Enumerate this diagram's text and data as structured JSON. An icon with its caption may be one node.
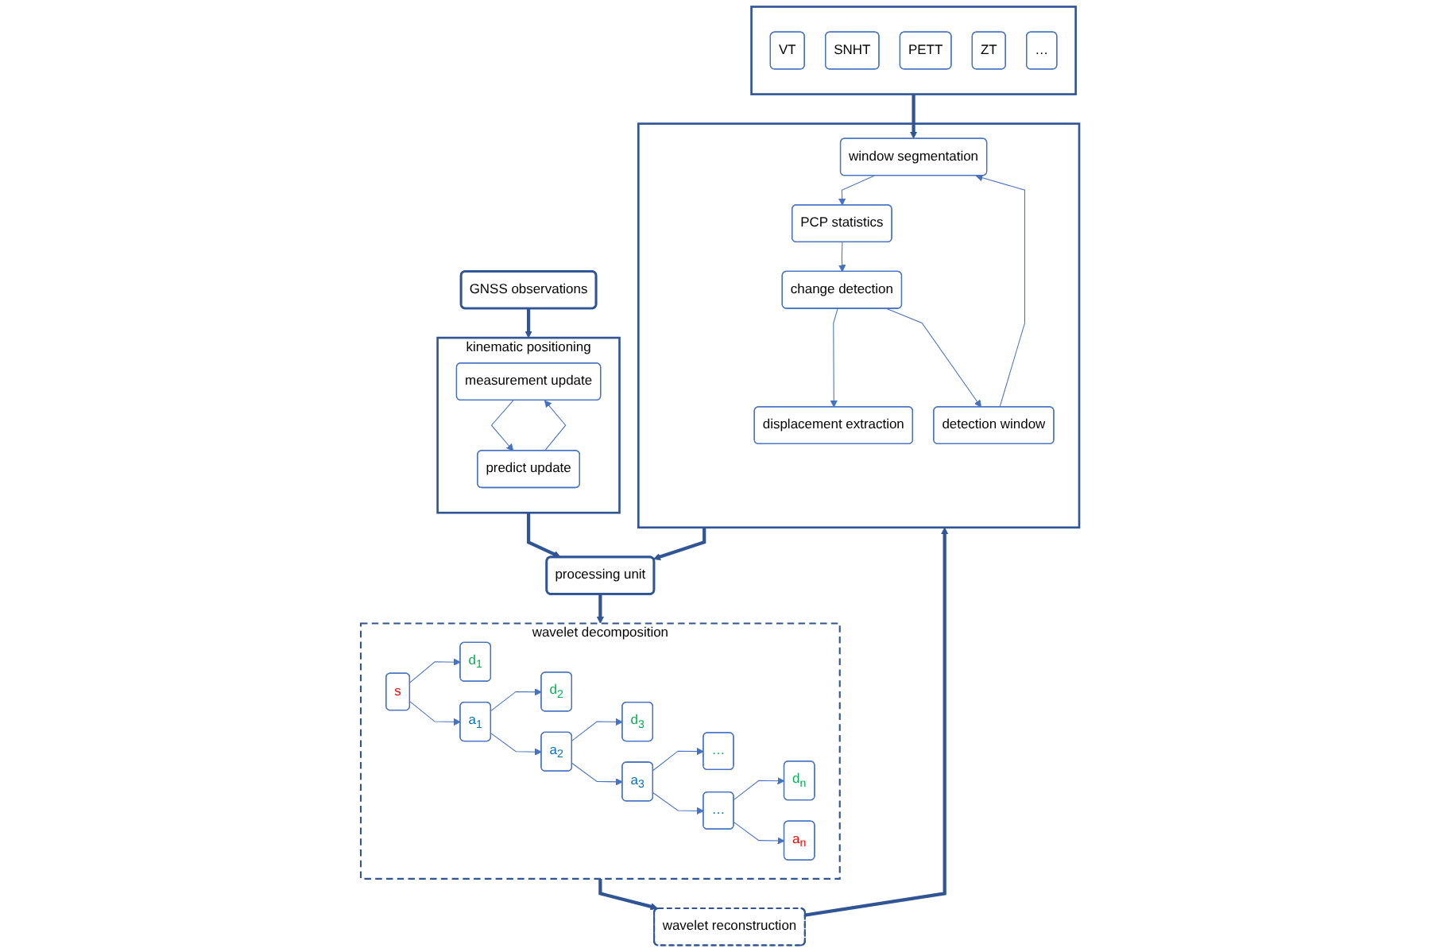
{
  "diagram": {
    "nodes": [
      {
        "text": [
          "GNSS observations"
        ]
      },
      {
        "text": [
          "kinematic positioning"
        ]
      },
      {
        "text": [
          "measurement update"
        ],
        "in": 1
      },
      {
        "text": [
          "predict update"
        ],
        "in": 1
      },
      {
        "text": [
          "processing unit"
        ]
      },
      {
        "text": [
          "wavelet decomposition"
        ]
      },
      {
        "text": [
          "s"
        ],
        "in": 5
      },
      {
        "text": [
          "d$_{1}$"
        ],
        "in": 5
      },
      {
        "text": [
          "d$_{2}$"
        ],
        "in": 5
      },
      {
        "text": [
          "d$_{3}$"
        ],
        "in": 5
      },
      {
        "text": [
          "…"
        ],
        "in": 5
      },
      {
        "text": [
          "d$_{n}$"
        ],
        "in": 5
      },
      {
        "text": [
          "a$_{1}$"
        ],
        "in": 5
      },
      {
        "text": [
          "a$_{2}$"
        ],
        "in": 5
      },
      {
        "text": [
          "a$_{3}$"
        ],
        "in": 5
      },
      {
        "text": [
          "…"
        ],
        "in": 5
      },
      {
        "text": [
          "a$_{n}$"
        ],
        "in": 5
      },
      {
        "text": [],
        "shape": "box"
      },
      {
        "text": [
          "displacement extraction"
        ],
        "in": 17
      },
      {
        "text": [
          "change detection"
        ],
        "in": 17
      },
      {
        "text": [
          "PCP  statistics"
        ],
        "in": 17
      },
      {
        "text": [
          "window segmentation"
        ],
        "in": 17
      },
      {
        "text": [
          "detection window"
        ],
        "in": 17
      },
      {
        "text": [],
        "shape": "box"
      },
      {
        "text": [
          "VT"
        ],
        "in": 23
      },
      {
        "text": [
          "SNHT"
        ],
        "in": 23
      },
      {
        "text": [
          "PETT"
        ],
        "in": 23
      },
      {
        "text": [
          "ZT"
        ],
        "in": 23
      },
      {
        "text": [
          "…"
        ],
        "in": 23
      },
      {
        "text": [
          "wavelet reconstruction"
        ]
      }
    ],
    "edges": [
      {
        "from": 0,
        "to": 1,
        "arrow": "to",
        "style": "thick"
      },
      {
        "from": 2,
        "to": 3,
        "arrow": "to"
      },
      {
        "from": 3,
        "to": 2,
        "arrow": "to"
      },
      {
        "from": 1,
        "to": 4,
        "arrow": "to",
        "style": "thick"
      },
      {
        "from": 17,
        "to": 4,
        "arrow": "to",
        "style": "thick"
      },
      {
        "from": 4,
        "to": 5,
        "arrow": "to",
        "style": "thick"
      },
      {
        "from": 6,
        "to": 7,
        "arrow": "to"
      },
      {
        "from": 6,
        "to": 12,
        "arrow": "to"
      },
      {
        "from": 12,
        "to": 8,
        "arrow": "to"
      },
      {
        "from": 12,
        "to": 13,
        "arrow": "to"
      },
      {
        "from": 13,
        "to": 9,
        "arrow": "to"
      },
      {
        "from": 13,
        "to": 14,
        "arrow": "to"
      },
      {
        "from": 14,
        "to": 10,
        "arrow": "to"
      },
      {
        "from": 14,
        "to": 15,
        "arrow": "to"
      },
      {
        "from": 15,
        "to": 11,
        "arrow": "to"
      },
      {
        "from": 15,
        "to": 16,
        "arrow": "to"
      },
      {
        "from": 5,
        "to": 29,
        "arrow": "to",
        "style": "thick"
      },
      {
        "from": 29,
        "to": 17,
        "arrow": "to",
        "style": "thick"
      },
      {
        "from": 22,
        "to": 21,
        "arrow": "to"
      },
      {
        "from": 21,
        "to": 20,
        "arrow": "to"
      },
      {
        "from": 20,
        "to": 19,
        "arrow": "to"
      },
      {
        "from": 19,
        "to": 18,
        "arrow": "to"
      },
      {
        "from": 19,
        "to": 22,
        "arrow": "to"
      },
      {
        "from": 23,
        "to": 21,
        "arrow": "to",
        "style": "thick"
      }
    ]
  }
}
